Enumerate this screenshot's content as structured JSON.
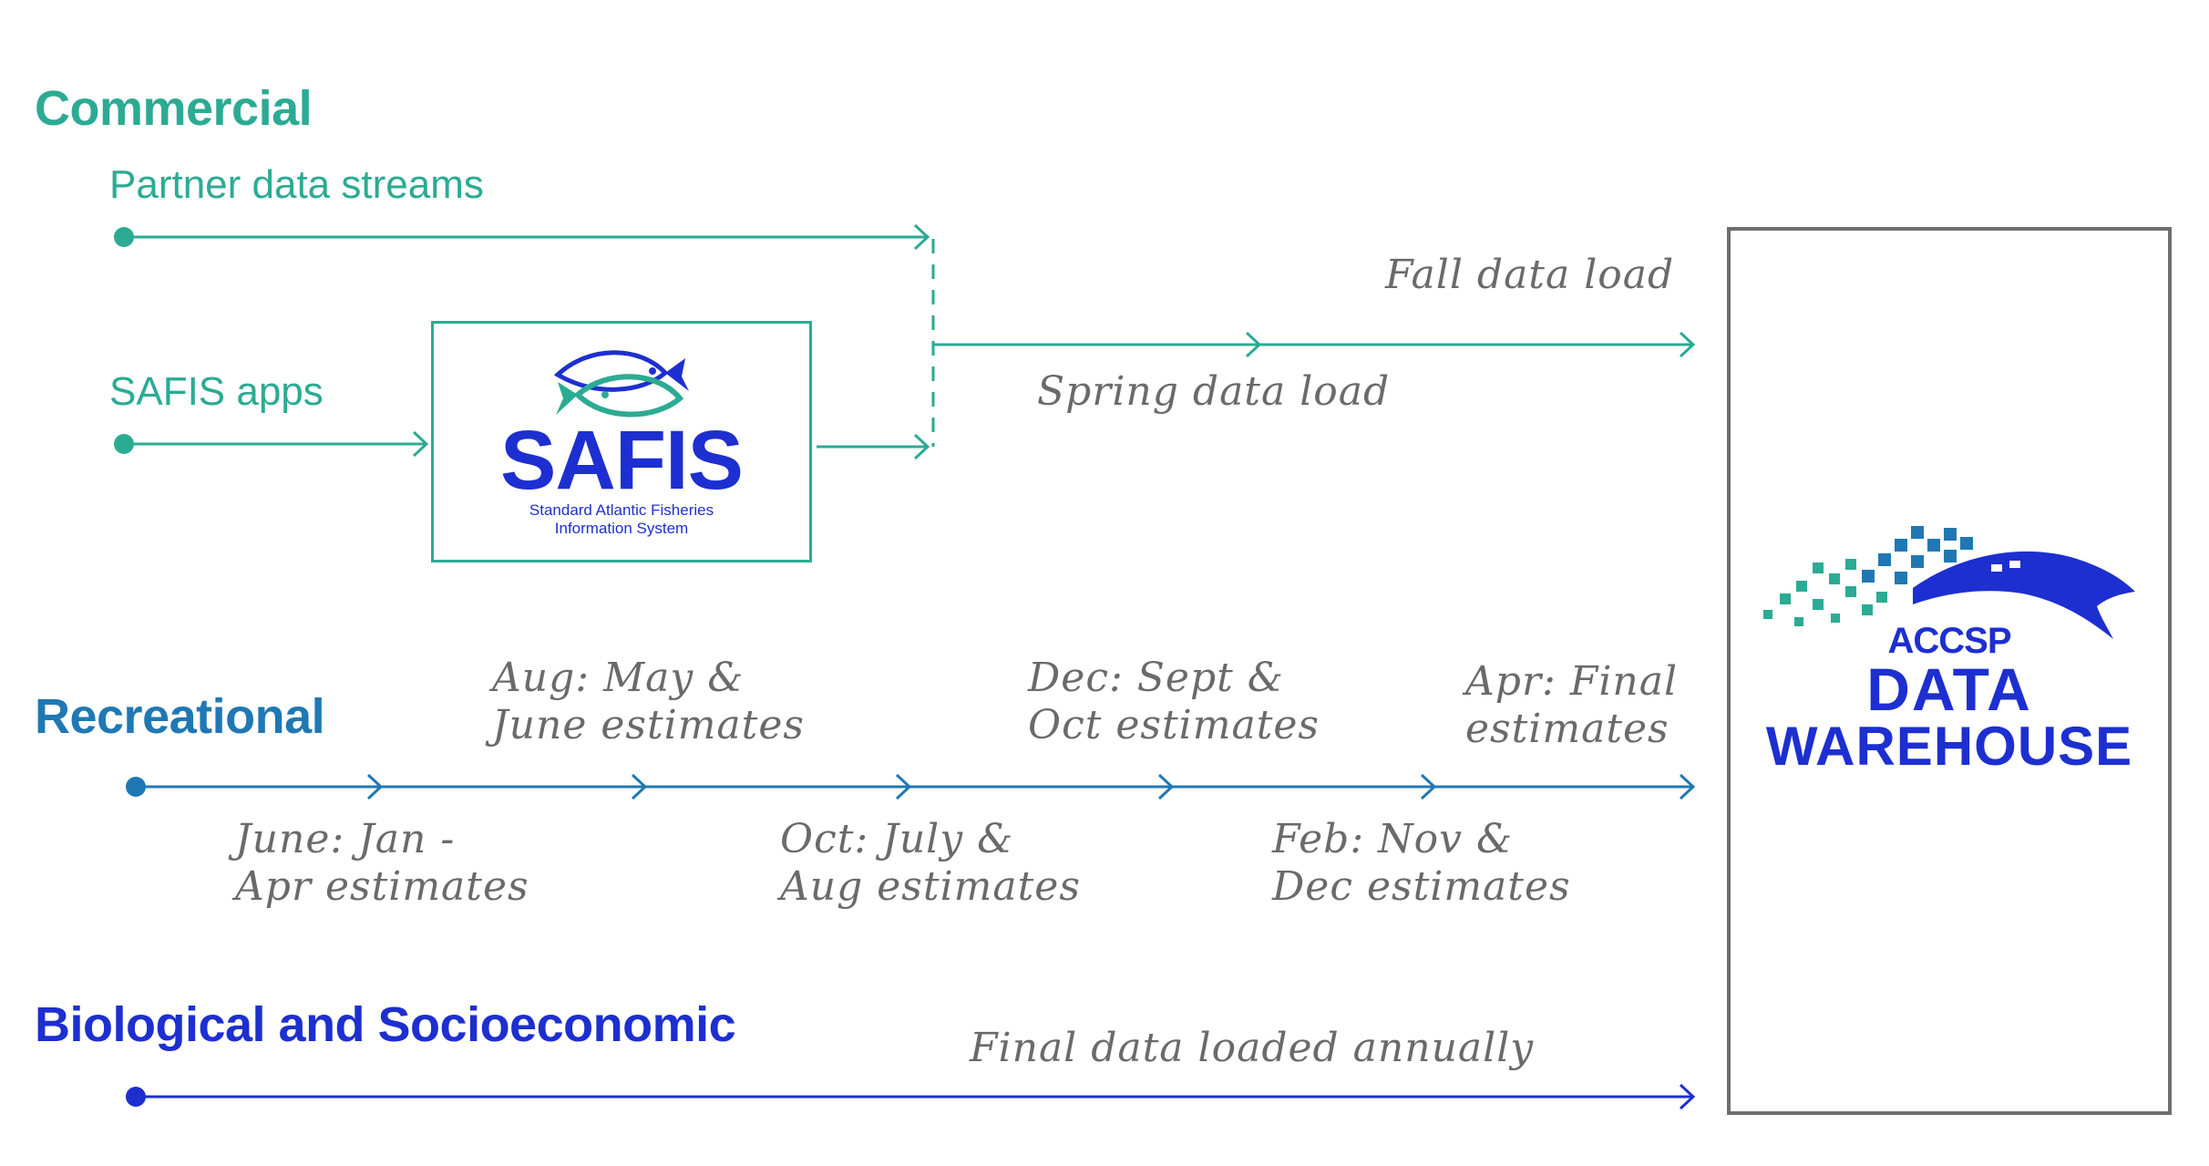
{
  "colors": {
    "commercial": "#2bab93",
    "recreational": "#1f78b4",
    "biological": "#1d2fd0",
    "note": "#6a6a6a",
    "box_border": "#6e6e6e"
  },
  "commercial": {
    "heading": "Commercial",
    "streams": [
      "Partner data streams",
      "SAFIS apps"
    ],
    "fall_load": "Fall data load",
    "spring_load": "Spring data load"
  },
  "safis": {
    "name": "SAFIS",
    "subtitle_line1": "Standard Atlantic Fisheries",
    "subtitle_line2": "Information System",
    "icon": "fish-logo-icon"
  },
  "recreational": {
    "heading": "Recreational",
    "above": [
      "Aug: May &\nJune estimates",
      "Dec: Sept &\nOct estimates",
      "Apr: Final\nestimates"
    ],
    "below": [
      "June: Jan -\nApr estimates",
      "Oct: July &\nAug estimates",
      "Feb: Nov &\nDec estimates"
    ]
  },
  "biological": {
    "heading": "Biological and Socioeconomic",
    "note": "Final data loaded annually"
  },
  "warehouse": {
    "line1": "ACCSP",
    "line2": "DATA",
    "line3": "WAREHOUSE",
    "icon": "pixel-fish-logo-icon"
  }
}
